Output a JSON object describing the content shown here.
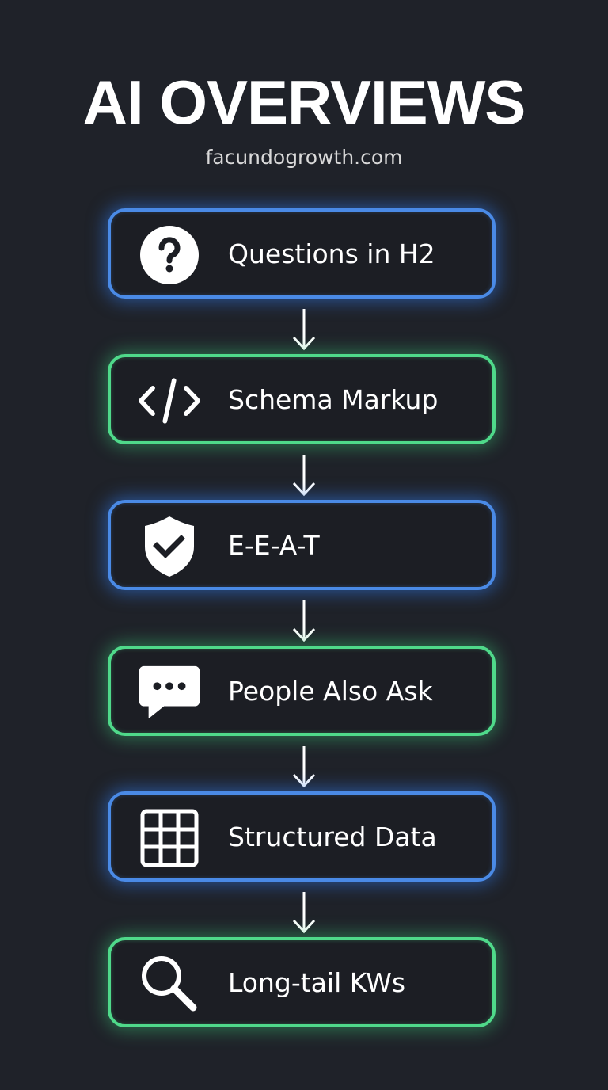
{
  "header": {
    "title": "AI OVERVIEWS",
    "subtitle": "facundogrowth.com"
  },
  "colors": {
    "background": "#1f2229",
    "box_fill": "#1c1e24",
    "blue": "#4a8ae6",
    "green": "#4fd98a",
    "text": "#ffffff"
  },
  "steps": [
    {
      "label": "Questions in H2",
      "icon": "question-circle-icon",
      "color": "blue"
    },
    {
      "label": "Schema Markup",
      "icon": "code-brackets-icon",
      "color": "green"
    },
    {
      "label": "E-E-A-T",
      "icon": "shield-check-icon",
      "color": "blue"
    },
    {
      "label": "People Also Ask",
      "icon": "chat-bubble-icon",
      "color": "green"
    },
    {
      "label": "Structured Data",
      "icon": "grid-table-icon",
      "color": "blue"
    },
    {
      "label": "Long-tail KWs",
      "icon": "search-icon",
      "color": "green"
    }
  ]
}
